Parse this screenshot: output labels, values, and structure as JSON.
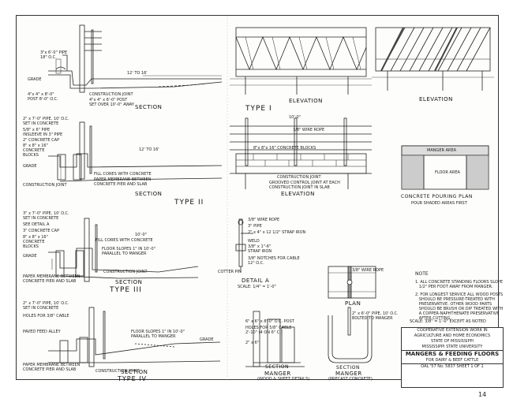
{
  "title_block": {
    "line1": "COOPERATIVE EXTENSION WORK IN",
    "line2": "AGRICULTURE AND HOME ECONOMICS",
    "line3": "STATE OF MISSISSIPPI",
    "line4": "MISSISSIPPI STATE UNIVERSITY",
    "drawing_title": "MANGERS & FEEDING FLOORS",
    "subtitle": "FOR DAIRY & BEEF CATTLE",
    "sheet_info": "OAL   '57   No. 5837   SHEET 1 OF 1"
  },
  "page_number": "14",
  "views": {
    "type1_section": "SECTION",
    "type1_label": "TYPE I",
    "type1_elevation": "ELEVATION",
    "elevation_right": "ELEVATION",
    "type2_section": "SECTION",
    "type2_label": "TYPE II",
    "type2_elevation": "ELEVATION",
    "pouring_plan": "CONCRETE POURING PLAN",
    "pouring_plan_sub": "POUR SHADED AREAS FIRST",
    "type3_section": "SECTION",
    "type3_label": "TYPE III",
    "detail_a": "DETAIL A",
    "detail_a_scale": "SCALE: 1/4\" = 1'-0\"",
    "plan": "PLAN",
    "type4_section": "SECTION",
    "type4_label": "TYPE IV",
    "manger_section": "SECTION",
    "manger_label": "MANGER",
    "manger_note": "(WOOD & SHEET DETAILS)",
    "precast_section": "SECTION",
    "precast_label": "MANGER",
    "precast_note": "(PRECAST CONCRETE)"
  },
  "callouts": {
    "t1_pipe": "3\"x 6'-0\" PIPE\n18\" O.C.",
    "t1_grade": "GRADE",
    "t1_post": "4\"x 4\" x 8'-0\"\nPOST 8'-0\" O.C.",
    "t1_joint": "CONSTRUCTION JOINT",
    "t1_posts": "4\"x 4\" x 6'-0\" POST\nSET OVER 10'-0\" AWAY",
    "t1_dim": "12' TO 16'",
    "t2_pipe": "2\" x 7'-0\" PIPE, 10' O.C.\nSET IN CONCRETE",
    "t2_wire": "5/8\" x 6\" PIPE\nINSLEEVE IN 3\" PIPE",
    "t2_cap": "2\" CONCRETE CAP",
    "t2_blocks": "8\" x 8\" x 16\"\nCONCRETE\nBLOCKS",
    "t2_grade": "GRADE",
    "t2_joint": "CONSTRUCTION JOINT",
    "t2_fill": "FILL CORES WITH CONCRETE",
    "t2_paper": "PAPER MEMBRANE BETWEEN\nCONCRETE PIER AND SLAB",
    "t2_dim": "12' TO 16'",
    "t2_elev_blocks": "8\"x 8\"x 16\" CONCRETE BLOCKS",
    "t2_elev_wire": "3/8\" WIRE ROPE",
    "t2_elev_joint": "CONSTRUCTION JOINT",
    "t2_elev_control": "GROOVED CONTROL JOINT AT EACH\nCONSTRUCTION JOINT IN SLAB",
    "t2_elev_dim": "10'-0\"",
    "pour_manger": "MANGER AREA",
    "pour_floor": "FLOOR AREA",
    "t3_pipe": "3\" x 7'-0\" PIPE, 10' O.C.\nSET IN CONCRETE",
    "t3_detail": "SEE DETAIL A",
    "t3_cap": "3\" CONCRETE CAP",
    "t3_blocks": "8\" x 8\" x 16\"\nCONCRETE\nBLOCKS",
    "t3_grade": "GRADE",
    "t3_fill": "FILL CORES WITH CONCRETE",
    "t3_floor": "FLOOR SLOPES 1\" IN 10'-0\"\nPARALLEL TO MANGER",
    "t3_joint": "CONSTRUCTION JOINT",
    "t3_paper": "PAPER MEMBRANE BETWEEN\nCONCRETE PIER AND SLAB",
    "t3_dim": "10'-0\"",
    "da_wire": "3/8\" WIRE ROPE",
    "da_pipe": "3\" PIPE",
    "da_strap": "2\" x 4\" x 12 1/2\" STRAP IRON",
    "da_weld": "WELD",
    "da_strap2": "3/8\" x 1\"-6\"\nSTRAP IRON",
    "da_notch": "3/8\" NOTCHES FOR CABLE\n12\" O.C.",
    "da_cotter": "COTTER PIN",
    "plan_wire": "3/8\" WIRE ROPE",
    "t4_pipe": "2\" x 7'-0\" PIPE, 10' O.C.\nSET IN CONCRETE",
    "t4_holes": "HOLES FOR 3/8\" CABLE",
    "t4_paved": "PAVED FEED ALLEY",
    "t4_floor": "FLOOR SLOPES 1\" IN 10'-0\"\nPARALLEL TO MANGER",
    "t4_grade": "GRADE",
    "t4_paper": "PAPER MEMBRANE BETWEEN\nCONCRETE PIER AND SLAB",
    "t4_joint": "CONSTRUCTION JOINT",
    "m_post": "6\" x 6\" x 8'-0\" O.C. POST",
    "m_holes": "HOLES FOR 5/8\" CABLE\n2'-10\" (4 ON 6\" C.)",
    "m_bolt": "2\" x 6\"",
    "pc_pipe": "2\" x 6'-0\" PIPE, 10' O.C.\nBOLTED TO MANGER",
    "note_header": "NOTE",
    "note1": "1. ALL CONCRETE STANDING FLOORS SLOPE\n   1/2\" PER FOOT AWAY FROM MANGER.",
    "note2": "2. FOR LONGEST SERVICE ALL WOOD POSTS\n   SHOULD BE PRESSURE-TREATED WITH\n   PRESERVATIVE. OTHER WOOD PARTS\n   SHOULD BE BRUSH OR DIP TREATED WITH\n   A COPPER-NAPHTHENATE PRESERVATIVE\n   AFTER CUTTING.",
    "scale": "SCALE: 3/8\" = 1'-0\" EXCEPT AS NOTED"
  }
}
